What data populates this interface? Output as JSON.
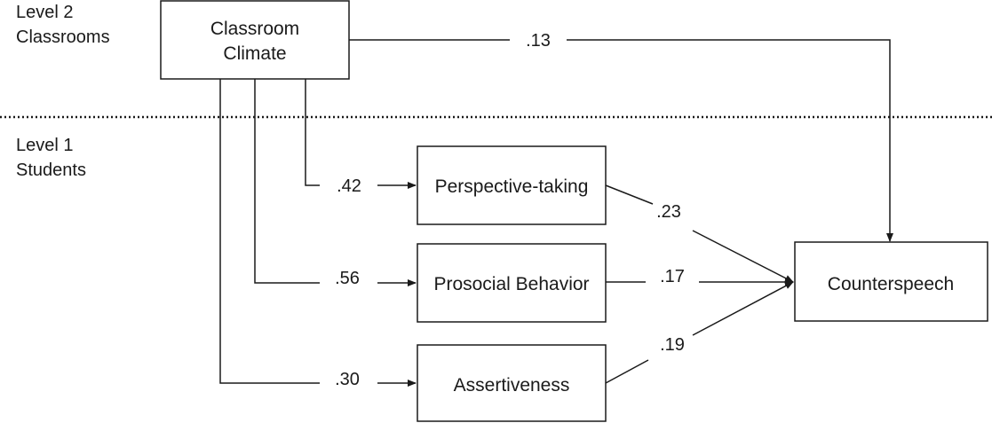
{
  "levels": {
    "level2": {
      "line1": "Level 2",
      "line2": "Classrooms"
    },
    "level1": {
      "line1": "Level 1",
      "line2": "Students"
    }
  },
  "nodes": {
    "classroom_climate": {
      "line1": "Classroom",
      "line2": "Climate"
    },
    "perspective_taking": {
      "label": "Perspective-taking"
    },
    "prosocial_behavior": {
      "label": "Prosocial Behavior"
    },
    "assertiveness": {
      "label": "Assertiveness"
    },
    "counterspeech": {
      "label": "Counterspeech"
    }
  },
  "paths": {
    "climate_to_counterspeech": ".13",
    "climate_to_perspective": ".42",
    "climate_to_prosocial": ".56",
    "climate_to_assertiveness": ".30",
    "perspective_to_counterspeech": ".23",
    "prosocial_to_counterspeech": ".17",
    "assertiveness_to_counterspeech": ".19"
  }
}
